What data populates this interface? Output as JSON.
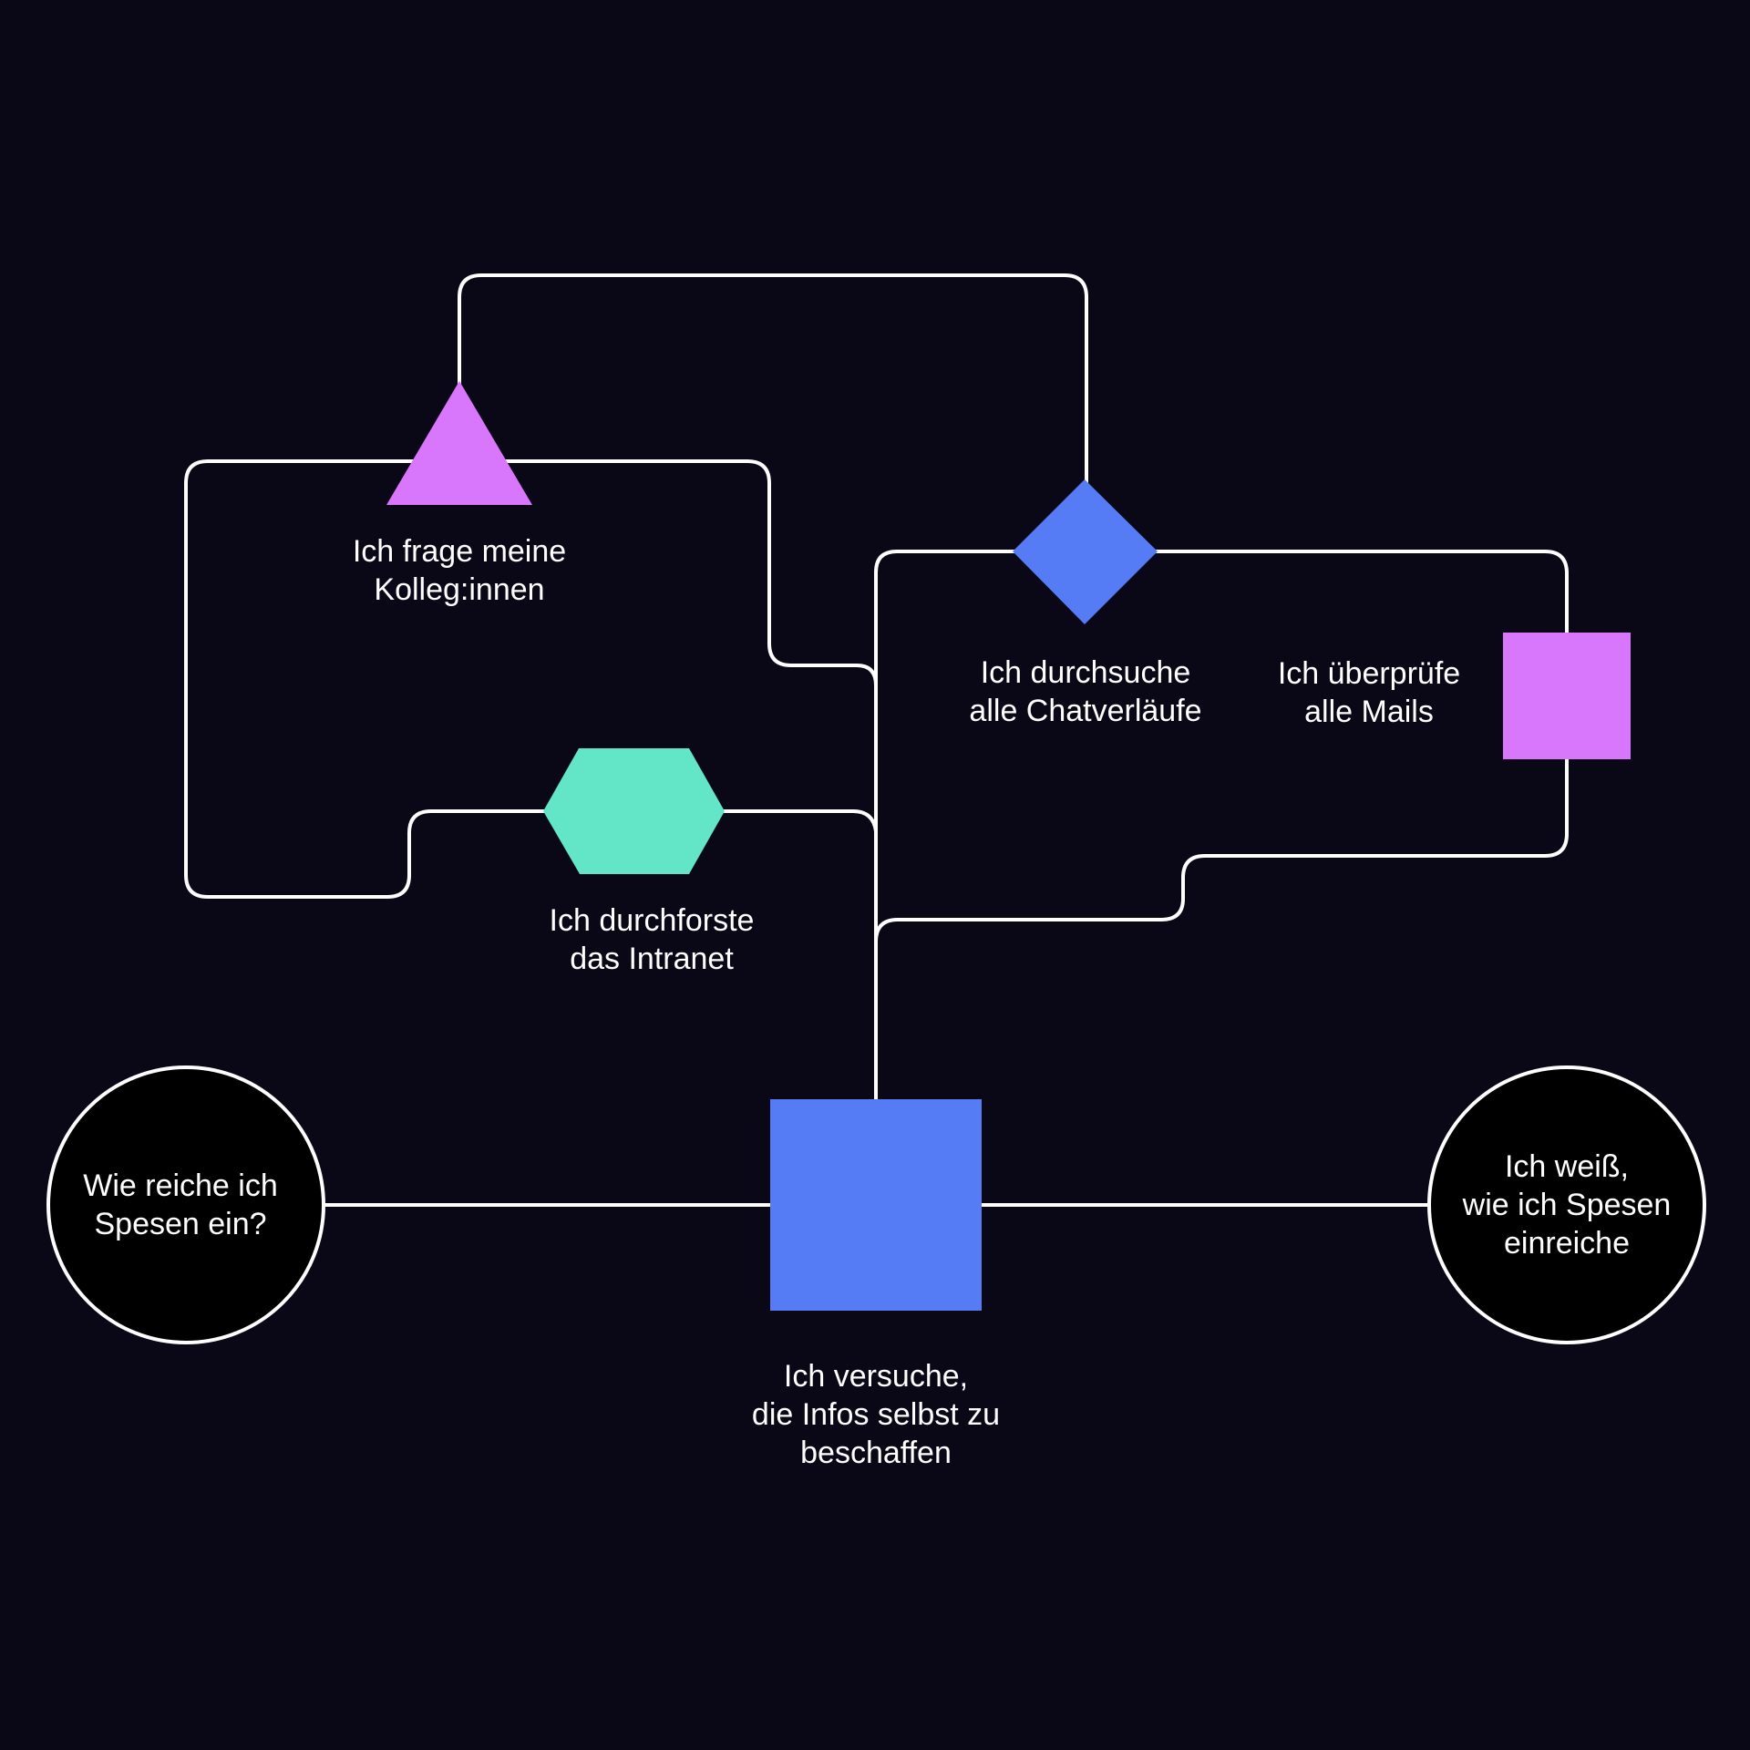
{
  "colors": {
    "background": "#0a0816",
    "line": "#ffffff",
    "violet": "#d977fc",
    "blue": "#557bf5",
    "mint": "#63e5c8",
    "circle_fill": "#000000"
  },
  "nodes": {
    "start": {
      "shape": "circle",
      "lines": [
        "Wie reiche ich",
        "Spesen ein?"
      ]
    },
    "self_search": {
      "shape": "square",
      "lines": [
        "Ich versuche,",
        "die Infos selbst zu",
        "beschaffen"
      ]
    },
    "end": {
      "shape": "circle",
      "lines": [
        "Ich weiß,",
        "wie ich Spesen",
        "einreiche"
      ]
    },
    "ask_colleagues": {
      "shape": "triangle",
      "lines": [
        "Ich frage meine",
        "Kolleg:innen"
      ]
    },
    "intranet": {
      "shape": "hexagon",
      "lines": [
        "Ich durchforste",
        "das Intranet"
      ]
    },
    "chats": {
      "shape": "diamond",
      "lines": [
        "Ich durchsuche",
        "alle Chatverläufe"
      ]
    },
    "mails": {
      "shape": "square",
      "lines": [
        "Ich überprüfe",
        "alle Mails"
      ]
    }
  }
}
